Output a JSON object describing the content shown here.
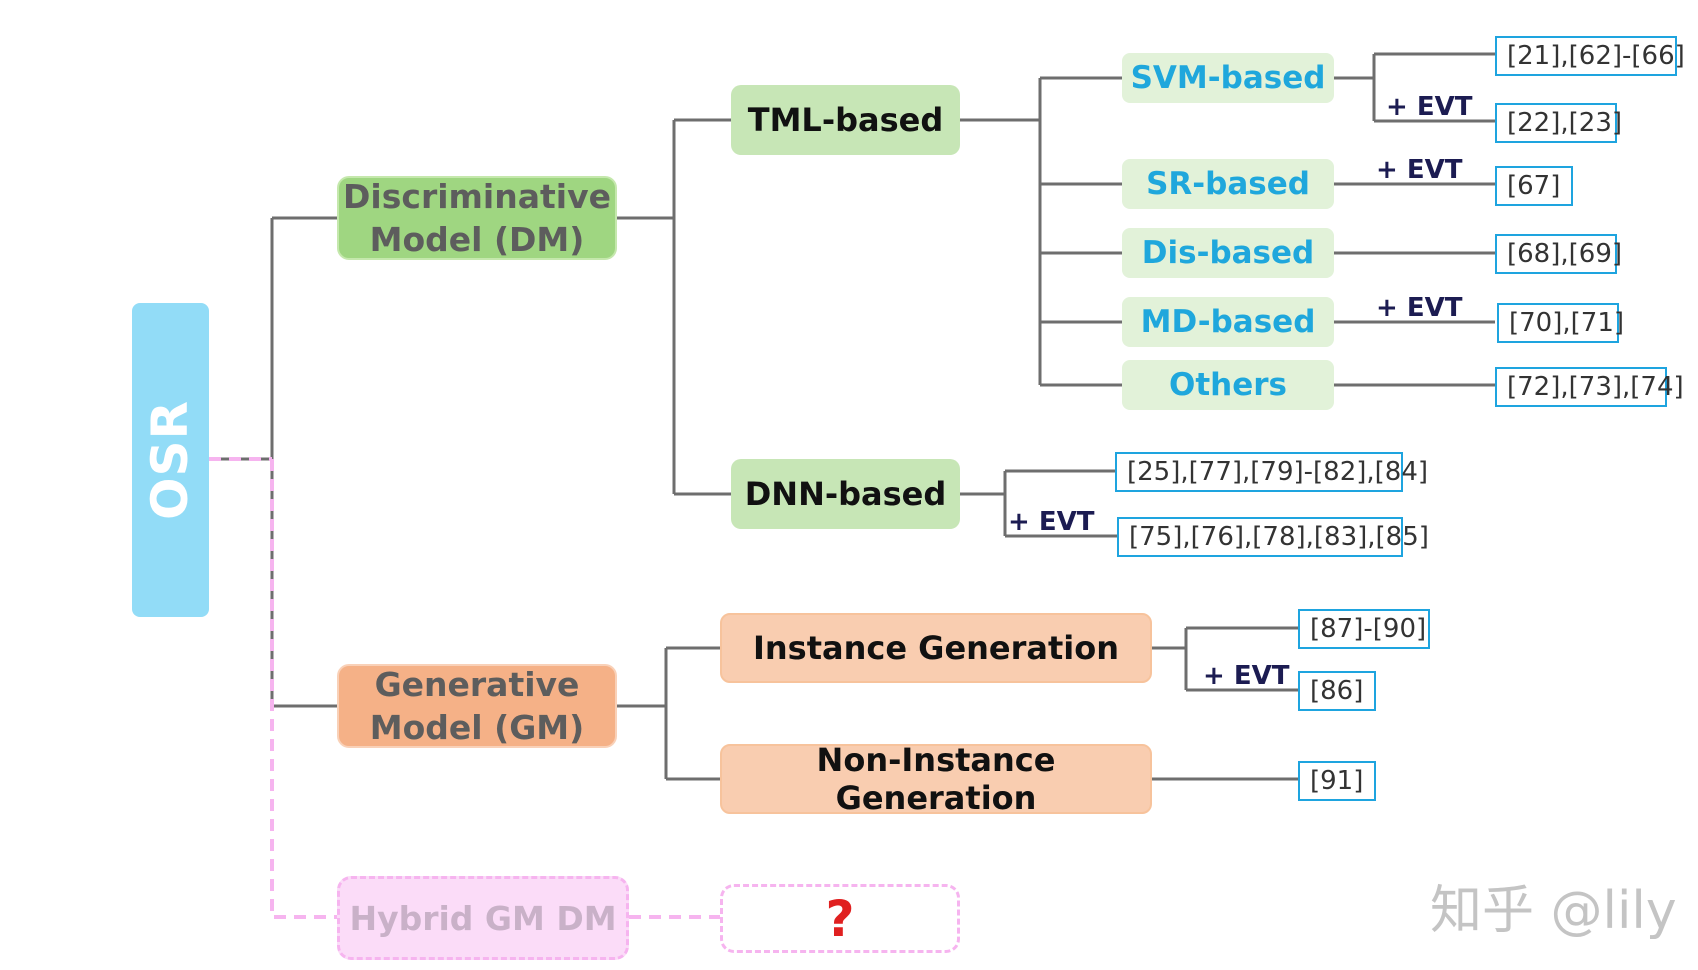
{
  "root": {
    "label": "OSR"
  },
  "discriminative": {
    "line1": "Discriminative",
    "line2": "Model (DM)"
  },
  "generative": {
    "line1": "Generative",
    "line2": "Model (GM)"
  },
  "hybrid": {
    "label": "Hybrid GM DM",
    "unknown": "?"
  },
  "tml": {
    "label": "TML-based",
    "children": [
      {
        "label": "SVM-based",
        "refs": "[21],[62]-[66]",
        "evt_refs": "[22],[23]",
        "evt": "+ EVT"
      },
      {
        "label": "SR-based",
        "refs": "[67]",
        "evt": "+ EVT"
      },
      {
        "label": "Dis-based",
        "refs": "[68],[69]"
      },
      {
        "label": "MD-based",
        "refs": "[70],[71]",
        "evt": "+ EVT"
      },
      {
        "label": "Others",
        "refs": "[72],[73],[74]"
      }
    ]
  },
  "dnn": {
    "label": "DNN-based",
    "refs": "[25],[77],[79]-[82],[84]",
    "evt": "+ EVT",
    "evt_refs": "[75],[76],[78],[83],[85]"
  },
  "instance": {
    "label": "Instance Generation",
    "refs": "[87]-[90]",
    "evt": "+ EVT",
    "evt_refs": "[86]"
  },
  "noninstance": {
    "label": "Non-Instance Generation",
    "refs": "[91]"
  },
  "watermark": "知乎 @lily",
  "colors": {
    "connector": "#6e6e6e",
    "hybrid_dashed": "#f6b4ef",
    "reference_border": "#1ea4df",
    "leaf_text": "#1fa7dc"
  }
}
